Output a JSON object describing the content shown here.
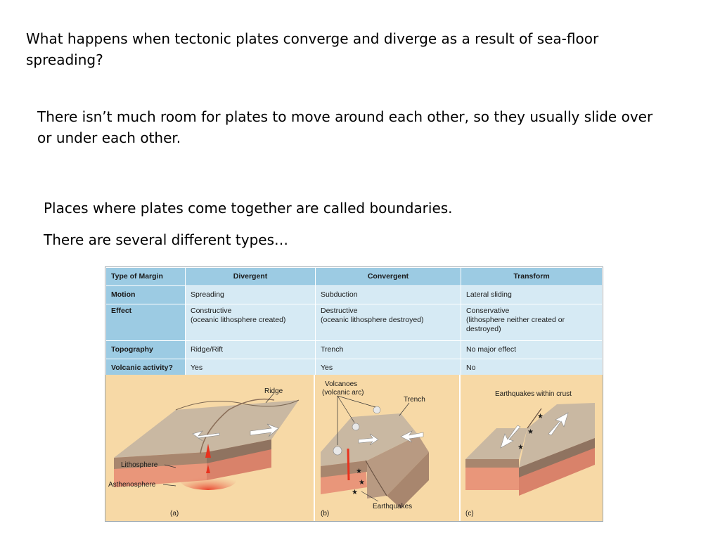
{
  "text": {
    "question": "What happens when tectonic plates converge and diverge as a result of sea-floor spreading?",
    "paragraph1": "There isn’t much room for plates to move around each other, so they usually slide over or under each other.",
    "paragraph2": "Places where plates come together are called boundaries.",
    "paragraph3": "There are several different types…"
  },
  "table": {
    "headers": [
      "Type of Margin",
      "Divergent",
      "Convergent",
      "Transform"
    ],
    "rows": [
      {
        "label": "Motion",
        "cells": [
          [
            "Spreading"
          ],
          [
            "Subduction"
          ],
          [
            "Lateral sliding"
          ]
        ]
      },
      {
        "label": "Effect",
        "cells": [
          [
            "Constructive",
            "(oceanic lithosphere created)"
          ],
          [
            "Destructive",
            "(oceanic lithosphere destroyed)"
          ],
          [
            "Conservative",
            "(lithosphere neither created or",
            "destroyed)"
          ]
        ]
      },
      {
        "label": "Topography",
        "cells": [
          [
            "Ridge/Rift"
          ],
          [
            "Trench"
          ],
          [
            "No major effect"
          ]
        ]
      },
      {
        "label": "Volcanic activity?",
        "cells": [
          [
            "Yes"
          ],
          [
            "Yes"
          ],
          [
            "No"
          ]
        ]
      }
    ]
  },
  "diagram": {
    "panel_a": {
      "ridge": "Ridge",
      "lithosphere": "Lithosphere",
      "asthenosphere": "Asthenosphere",
      "tag": "(a)"
    },
    "panel_b": {
      "volcanoes": "Volcanoes",
      "volcanic_arc": "(volcanic arc)",
      "trench": "Trench",
      "earthquakes": "Earthquakes",
      "tag": "(b)"
    },
    "panel_c": {
      "earthquakes_crust": "Earthquakes within crust",
      "tag": "(c)"
    },
    "colors": {
      "background": "#f7d9a6",
      "surface": "#c9b8a2",
      "crust": "#a8866e",
      "mantle": "#e9967a",
      "arrow": "#ffffff",
      "magma": "#e8321e"
    }
  }
}
